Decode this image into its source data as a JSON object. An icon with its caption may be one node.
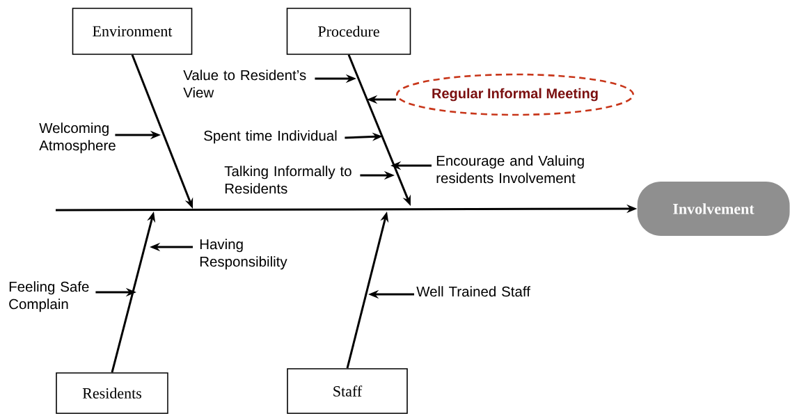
{
  "diagram": {
    "nodes": [
      {
        "text": [
          "Environment"
        ]
      },
      {
        "text": [
          "Procedure"
        ]
      },
      {
        "text": [
          "Residents"
        ]
      },
      {
        "text": [
          "Staff"
        ]
      },
      {
        "text": [
          "Involvement"
        ]
      },
      {
        "text": [
          "Welcoming Atmosphere"
        ]
      },
      {
        "text": [
          "Value to Resident’s View"
        ]
      },
      {
        "text": [
          "Regular Informal Meeting"
        ]
      },
      {
        "text": [
          "Spent time Individual"
        ]
      },
      {
        "text": [
          "Talking Informally to Residents"
        ]
      },
      {
        "text": [
          "Encourage and Valuing residents Involvement"
        ]
      },
      {
        "text": [
          "Having Responsibility"
        ]
      },
      {
        "text": [
          "Feeling Safe Complain"
        ]
      },
      {
        "text": [
          "Well Trained Staff"
        ]
      }
    ],
    "edges": [
      {
        "from": null,
        "to": 4,
        "arrow": "to"
      },
      {
        "from": 0,
        "to": null,
        "arrow": "to"
      },
      {
        "from": 1,
        "to": null,
        "arrow": "to"
      },
      {
        "from": 2,
        "to": null,
        "arrow": "to"
      },
      {
        "from": 3,
        "to": null,
        "arrow": "to"
      },
      {
        "from": 5,
        "to": null,
        "arrow": "to"
      },
      {
        "from": 6,
        "to": null,
        "arrow": "to"
      },
      {
        "from": 7,
        "to": null,
        "arrow": "to"
      },
      {
        "from": 8,
        "to": null,
        "arrow": "to"
      },
      {
        "from": 9,
        "to": null,
        "arrow": "to"
      },
      {
        "from": 10,
        "to": null,
        "arrow": "to"
      },
      {
        "from": 11,
        "to": null,
        "arrow": "to"
      },
      {
        "from": 12,
        "to": null,
        "arrow": "to"
      },
      {
        "from": 13,
        "to": null,
        "arrow": "to"
      }
    ]
  }
}
